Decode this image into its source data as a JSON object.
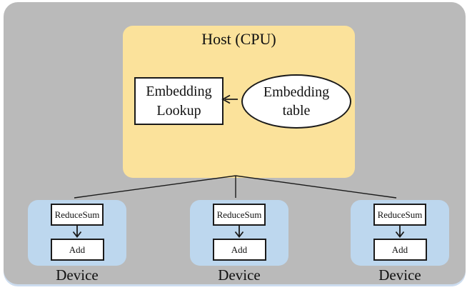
{
  "figure": {
    "host": {
      "title": "Host (CPU)",
      "lookup_box": "Embedding Lookup",
      "table_ellipse": "Embedding table"
    },
    "devices": [
      {
        "reduce": "ReduceSum",
        "add": "Add",
        "label": "Device"
      },
      {
        "reduce": "ReduceSum",
        "add": "Add",
        "label": "Device"
      },
      {
        "reduce": "ReduceSum",
        "add": "Add",
        "label": "Device"
      }
    ],
    "colors": {
      "outer_background": "#FFFFFF",
      "canvas_gray": "#BABABA",
      "canvas_bottom_edge": "#CCDCEF",
      "host_fill": "#FBE29B",
      "device_fill": "#BDD7EE",
      "node_fill": "#FFFFFF",
      "stroke": "#1A1A1A"
    }
  }
}
